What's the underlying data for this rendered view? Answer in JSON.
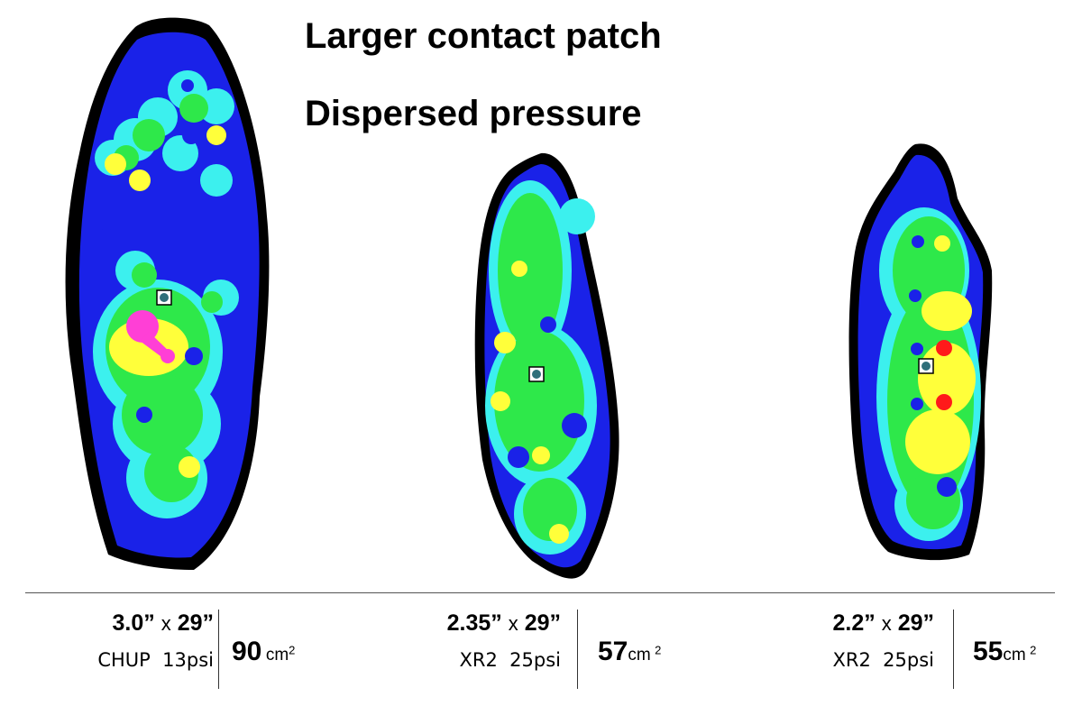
{
  "headline": {
    "line1": "Larger contact patch",
    "line2": "Dispersed pressure"
  },
  "colors": {
    "outline": "#000000",
    "low": "#1a22e8",
    "low_mid": "#3cf0ee",
    "mid": "#2ee84a",
    "high": "#ffff3a",
    "very_high": "#ff3fd6",
    "peak": "#ff1a1a",
    "marker": "#2f6f7a"
  },
  "patches": [
    {
      "dims_value": "3.0”",
      "dims_x": "x",
      "dims_length": "29”",
      "tire": "CHUP",
      "pressure": "13psi",
      "area_value": "90",
      "area_unit": "cm",
      "area_exp": "2"
    },
    {
      "dims_value": "2.35”",
      "dims_x": "x",
      "dims_length": "29”",
      "tire": "XR2",
      "pressure": "25psi",
      "area_value": "57",
      "area_unit": "cm",
      "area_exp": "2"
    },
    {
      "dims_value": "2.2”",
      "dims_x": "x",
      "dims_length": "29”",
      "tire": "XR2",
      "pressure": "25psi",
      "area_value": "55",
      "area_unit": "cm",
      "area_exp": "2"
    }
  ]
}
